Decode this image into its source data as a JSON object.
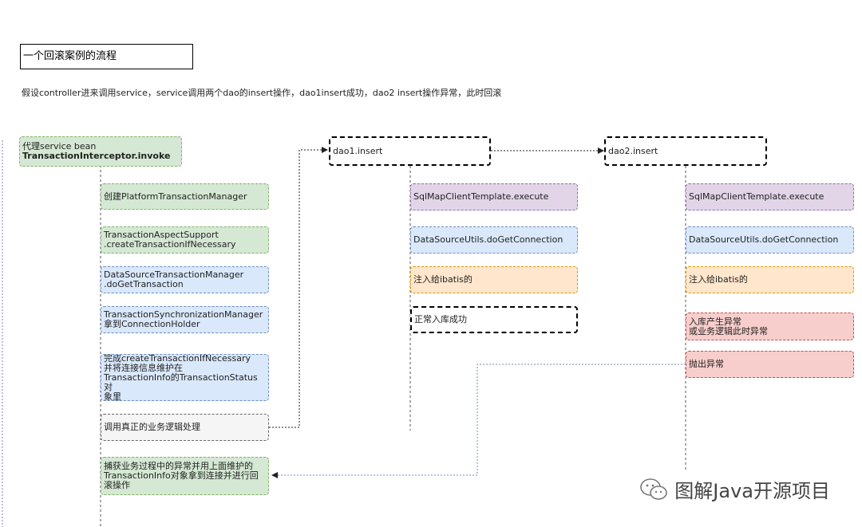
{
  "title": "一个回滚案例的流程",
  "subtitle": "假设controller进来调用service，service调用两个dao的insert操作，dao1insert成功，dao2 insert操作异常，此时回滚",
  "service": {
    "header_line1": "代理service bean",
    "header_line2": "TransactionInterceptor.invoke",
    "steps": [
      "创建PlatformTransactionManager",
      "TransactionAspectSupport\n.createTransactionIfNecessary",
      "DataSourceTransactionManager\n.doGetTransaction",
      "TransactionSynchronizationManager\n拿到ConnectionHolder",
      "完成createTransactionIfNecessary\n并将连接信息维护在\nTransactionInfo的TransactionStatus对\n象里",
      "调用真正的业务逻辑处理",
      "捕获业务过程中的异常并用上面维护的\nTransactionInfo对象拿到连接并进行回\n滚操作"
    ]
  },
  "dao1": {
    "header": "dao1.insert",
    "steps": [
      "SqlMapClientTemplate.execute",
      "DataSourceUtils.doGetConnection",
      "注入给ibatis的",
      "正常入库成功"
    ]
  },
  "dao2": {
    "header": "dao2.insert",
    "steps": [
      "SqlMapClientTemplate.execute",
      "DataSourceUtils.doGetConnection",
      "注入给ibatis的",
      "入库产生异常\n或业务逻辑此时异常",
      "抛出异常"
    ]
  },
  "watermark": {
    "text": "图解Java开源项目",
    "icon": "wechat-icon"
  },
  "colors": {
    "green_fill": "#d5e8d4",
    "green_border": "#82b366",
    "blue_fill": "#dae8fc",
    "blue_border": "#6c8ebf",
    "purple_fill": "#e1d5e7",
    "orange_fill": "#ffe6cc",
    "red_fill": "#f8cecc",
    "gray_fill": "#f5f5f5"
  }
}
